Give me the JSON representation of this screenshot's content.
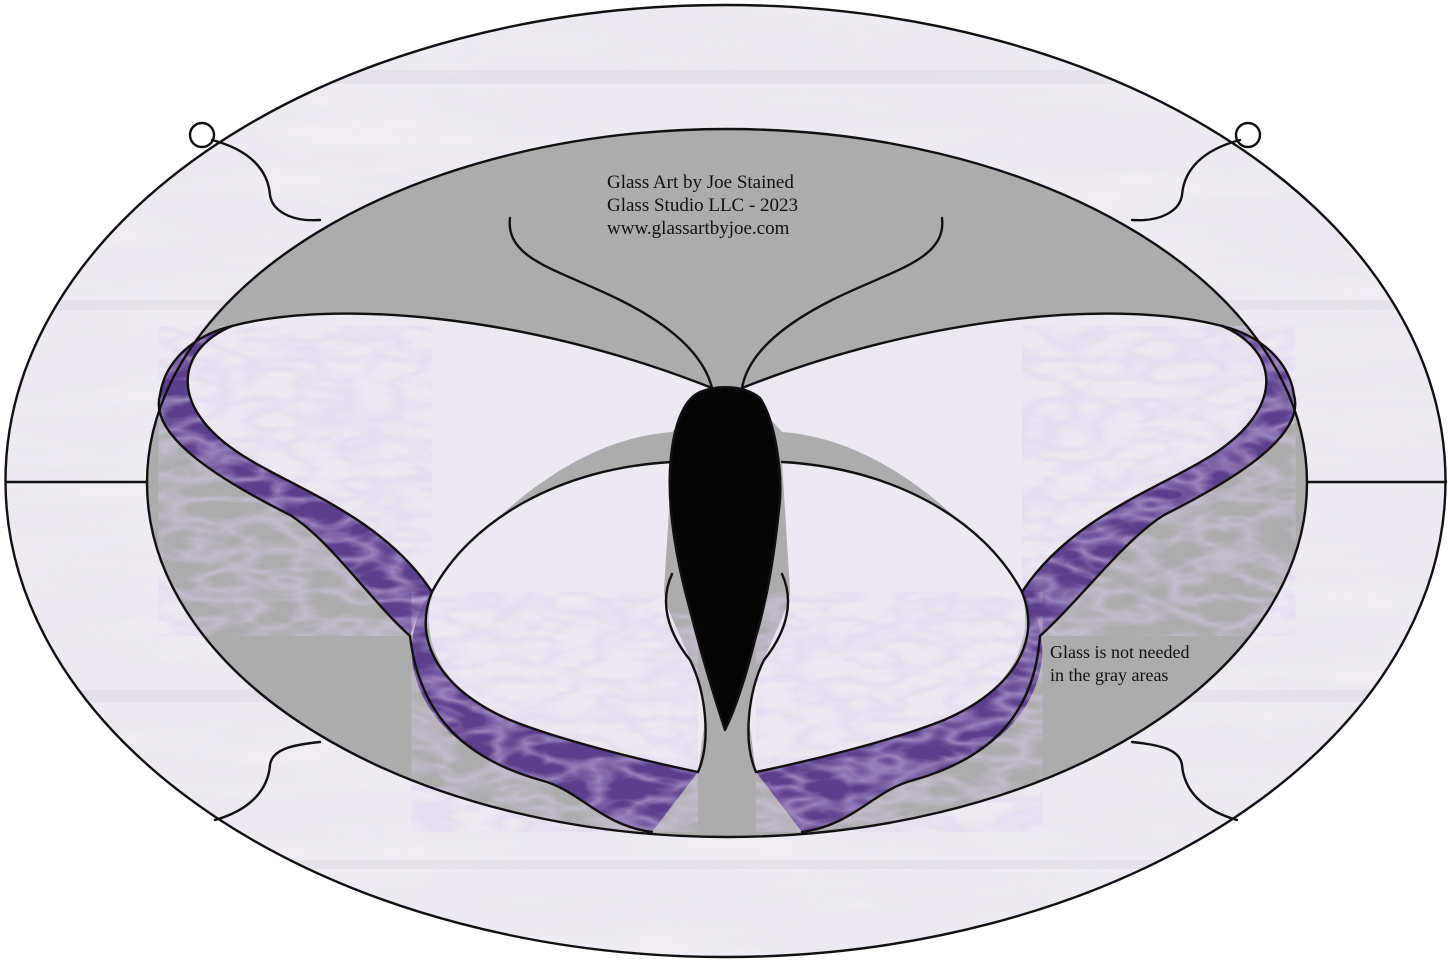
{
  "credits": {
    "line1": "Glass Art by Joe Stained",
    "line2": "Glass Studio LLC - 2023",
    "line3": "www.glassartbyjoe.com"
  },
  "note": {
    "line1": "Glass is not needed",
    "line2": "in the gray areas"
  },
  "colors": {
    "background": "#ffffff",
    "white_glass": "#ece9f0",
    "white_glass_streak": "#dcd6e3",
    "gray_area": "#acacac",
    "purple_glass": "#5b3e8c",
    "purple_glass_dark": "#3c2466",
    "body": "#050505",
    "lead": "#111111"
  }
}
